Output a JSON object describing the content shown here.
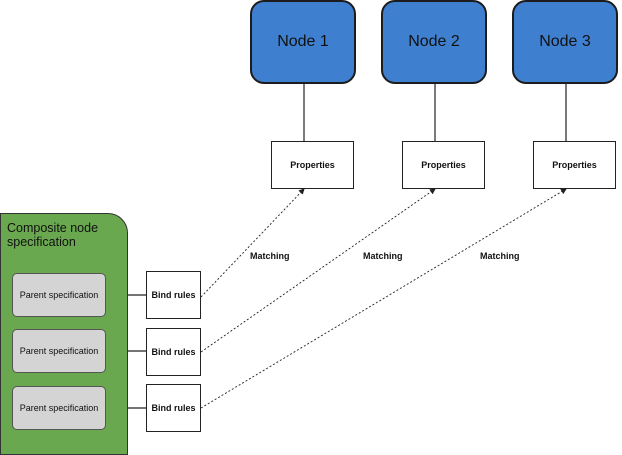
{
  "nodes": [
    {
      "label": "Node 1"
    },
    {
      "label": "Node 2"
    },
    {
      "label": "Node 3"
    }
  ],
  "properties_label": "Properties",
  "composite": {
    "title": "Composite node specification",
    "parent_label": "Parent specification"
  },
  "bind_label": "Bind rules",
  "matching_label": "Matching",
  "colors": {
    "node_fill": "#3f7fcf",
    "composite_fill": "#6aa84f",
    "parent_fill": "#d4d4d4"
  }
}
